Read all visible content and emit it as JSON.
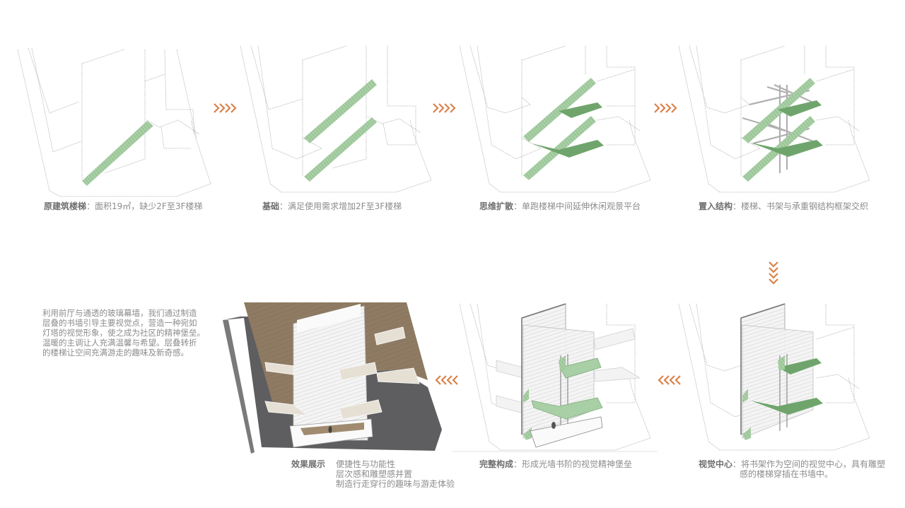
{
  "colors": {
    "accent_arrow": "#d9824a",
    "stair_green": "#9dc79a",
    "platform_green": "#6fa56c",
    "outline_gray": "#9a9a9a",
    "floor_dark": "#5f5f61",
    "wood": "#8d7a62"
  },
  "steps": [
    {
      "id": 1,
      "title": "原建筑楼梯",
      "sep": "：",
      "text": "面积19㎡，缺少2F至3F楼梯"
    },
    {
      "id": 2,
      "title": "基础",
      "sep": "：",
      "text": "满足使用需求增加2F至3F楼梯"
    },
    {
      "id": 3,
      "title": "思维扩散",
      "sep": "：",
      "text": "单跑楼梯中间延伸休闲观景平台"
    },
    {
      "id": 4,
      "title": "置入结构",
      "sep": "：",
      "text": "楼梯、书架与承重钢结构框架交织"
    },
    {
      "id": 5,
      "title": "视觉中心",
      "sep": "：",
      "text_lines": [
        "将书架作为空间的视觉中心，具有雕塑",
        "感的楼梯穿插在书墙中。"
      ]
    },
    {
      "id": 6,
      "title": "完整构成",
      "sep": "：",
      "text": "形成光墙书阶的视觉精神堡垒"
    },
    {
      "id": 7,
      "title": "效果展示",
      "text_lines": [
        "便捷性与功能性",
        "层次感和雕塑感并置",
        "制造行走穿行的趣味与游走体验"
      ]
    }
  ],
  "description": {
    "lines": [
      "利用前厅与通透的玻璃幕墙，我们通过制造",
      "层叠的书墙引导主要视觉点，营造一种宛如",
      "灯塔的视觉形象，使之成为社区的精神堡垒。",
      "温暖的主调让人充满温馨与希望。层叠转折",
      "的楼梯让空间充满游走的趣味及新奇感。"
    ]
  },
  "arrows": [
    {
      "direction": "right",
      "icon": "chevron-right-icon"
    },
    {
      "direction": "right",
      "icon": "chevron-right-icon"
    },
    {
      "direction": "right",
      "icon": "chevron-right-icon"
    },
    {
      "direction": "down",
      "icon": "chevron-down-icon"
    },
    {
      "direction": "left",
      "icon": "chevron-left-icon"
    },
    {
      "direction": "left",
      "icon": "chevron-left-icon"
    }
  ]
}
